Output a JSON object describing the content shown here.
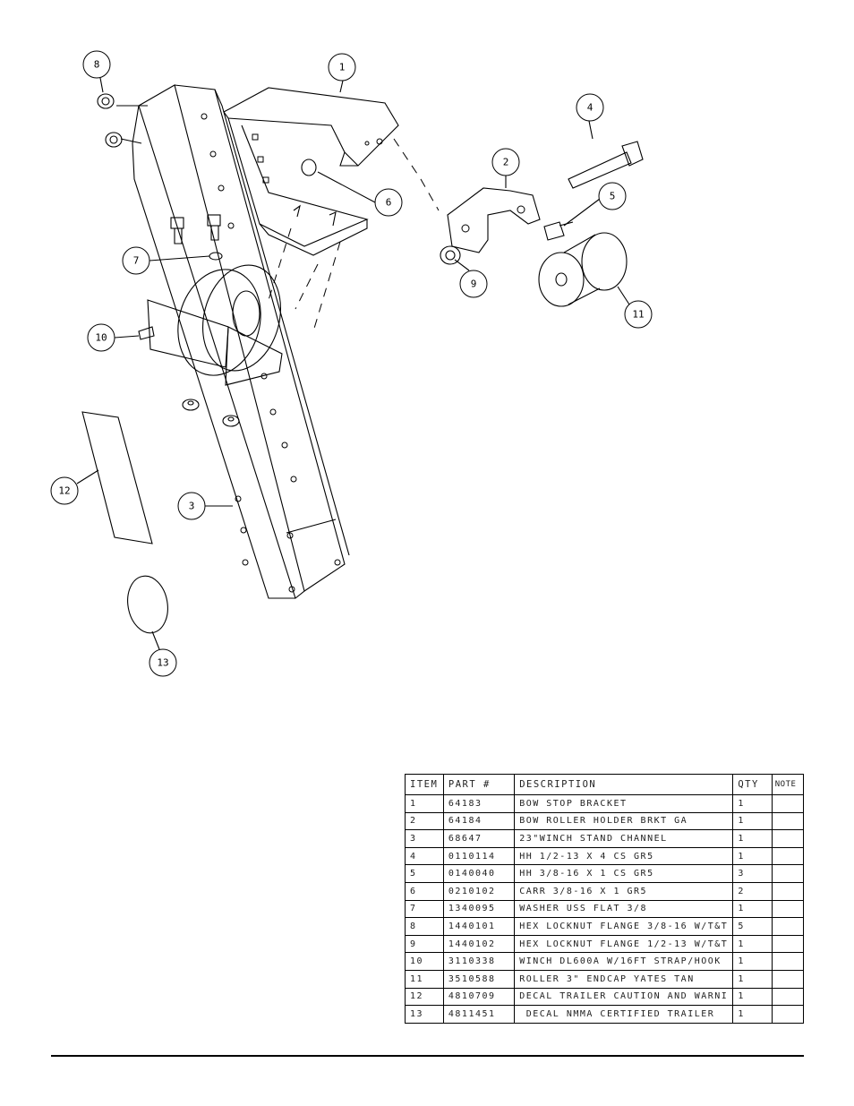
{
  "callouts": {
    "c1": "1",
    "c2": "2",
    "c3": "3",
    "c4": "4",
    "c5": "5",
    "c6": "6",
    "c7": "7",
    "c8": "8",
    "c9": "9",
    "c10": "10",
    "c11": "11",
    "c12": "12",
    "c13": "13"
  },
  "table": {
    "headers": {
      "item": "ITEM",
      "part": "PART #",
      "description": "DESCRIPTION",
      "qty": "QTY",
      "note": "NOTE"
    },
    "rows": [
      {
        "item": "1",
        "part": "64183",
        "description": "BOW STOP BRACKET",
        "qty": "1",
        "note": ""
      },
      {
        "item": "2",
        "part": "64184",
        "description": "BOW ROLLER HOLDER BRKT GA",
        "qty": "1",
        "note": ""
      },
      {
        "item": "3",
        "part": "68647",
        "description": "23\"WINCH STAND CHANNEL",
        "qty": "1",
        "note": ""
      },
      {
        "item": "4",
        "part": "0110114",
        "description": "HH 1/2-13 X 4 CS GR5",
        "qty": "1",
        "note": ""
      },
      {
        "item": "5",
        "part": "0140040",
        "description": "HH 3/8-16 X 1 CS GR5",
        "qty": "3",
        "note": ""
      },
      {
        "item": "6",
        "part": "0210102",
        "description": "CARR 3/8-16 X 1 GR5",
        "qty": "2",
        "note": ""
      },
      {
        "item": "7",
        "part": "1340095",
        "description": "WASHER USS FLAT 3/8",
        "qty": "1",
        "note": ""
      },
      {
        "item": "8",
        "part": "1440101",
        "description": "HEX LOCKNUT FLANGE 3/8-16 W/T&T",
        "qty": "5",
        "note": ""
      },
      {
        "item": "9",
        "part": "1440102",
        "description": "HEX LOCKNUT FLANGE 1/2-13 W/T&T",
        "qty": "1",
        "note": ""
      },
      {
        "item": "10",
        "part": "3110338",
        "description": "WINCH DL600A W/16FT STRAP/HOOK",
        "qty": "1",
        "note": ""
      },
      {
        "item": "11",
        "part": "3510588",
        "description": "ROLLER 3\" ENDCAP YATES TAN",
        "qty": "1",
        "note": ""
      },
      {
        "item": "12",
        "part": "4810709",
        "description": "DECAL TRAILER CAUTION AND WARNI",
        "qty": "1",
        "note": ""
      },
      {
        "item": "13",
        "part": "4811451",
        "description": " DECAL NMMA CERTIFIED TRAILER",
        "qty": "1",
        "note": ""
      }
    ]
  }
}
